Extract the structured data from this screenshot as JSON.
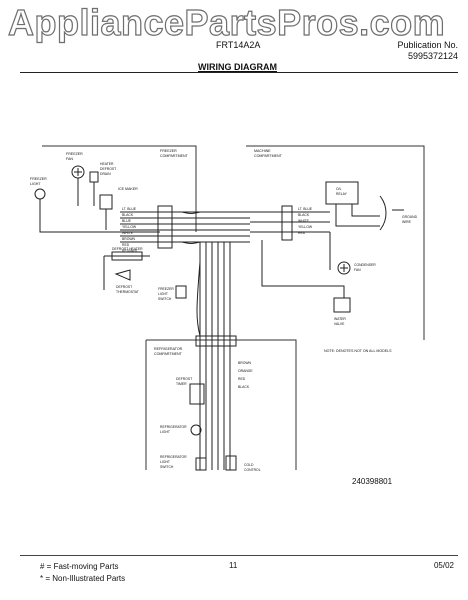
{
  "header": {
    "watermark": "AppliancePartsPros.com",
    "model": "FRT14A2A",
    "publication_label": "Publication No.",
    "publication_number": "5995372124",
    "title": "WIRING DIAGRAM"
  },
  "labels": {
    "freezer_compartment": [
      "FREEZER",
      "COMPARTMENT"
    ],
    "machine_compartment": [
      "MACHINE",
      "COMPARTMENT"
    ],
    "refrigerator_compartment": [
      "REFRIGERATOR",
      "COMPARTMENT"
    ],
    "freezer_fan": [
      "FREEZER",
      "FAN"
    ],
    "heater": [
      "HEATER",
      "DEFROST",
      "DRAIN"
    ],
    "ice_maker": "ICE MAKER",
    "freezer_light": [
      "FREEZER",
      "LIGHT"
    ],
    "defrost_heater": "DEFROST HEATER",
    "bimetal": [
      "DEFROST",
      "THERMOSTAT"
    ],
    "freezer_light_switch": [
      "FREEZER",
      "LIGHT",
      "SWITCH"
    ],
    "overload": [
      "O/L",
      "RELAY"
    ],
    "ground": [
      "GROUND",
      "WIRE"
    ],
    "condenser_fan": [
      "CONDENSER",
      "FAN"
    ],
    "water_valve": [
      "WATER",
      "VALVE"
    ],
    "note": "NOTE:     DENOTES NOT ON ALL MODELS",
    "defrost_timer": [
      "DEFROST",
      "TIMER"
    ],
    "refrigerator_light": [
      "REFRIGERATOR",
      "LIGHT"
    ],
    "refrigerator_light_switch": [
      "REFRIGERATOR",
      "LIGHT",
      "SWITCH"
    ],
    "cold_control": [
      "COLD",
      "CONTROL"
    ],
    "wire_colors": [
      "LT. BLUE",
      "BLACK",
      "BLUE",
      "YELLOW",
      "WHITE",
      "BROWN",
      "RED",
      "RED/WHT"
    ],
    "machine_wire_colors": [
      "LT. BLUE",
      "BLACK",
      "WHITE",
      "YELLOW",
      "RED"
    ],
    "refrig_wire_colors": [
      "BROWN",
      "ORANGE",
      "RED",
      "BLACK"
    ]
  },
  "figure_number": "240398801",
  "footer": {
    "legend": [
      "# = Fast-moving Parts",
      "* = Non-Illustrated Parts"
    ],
    "page": "11",
    "date": "05/02"
  }
}
